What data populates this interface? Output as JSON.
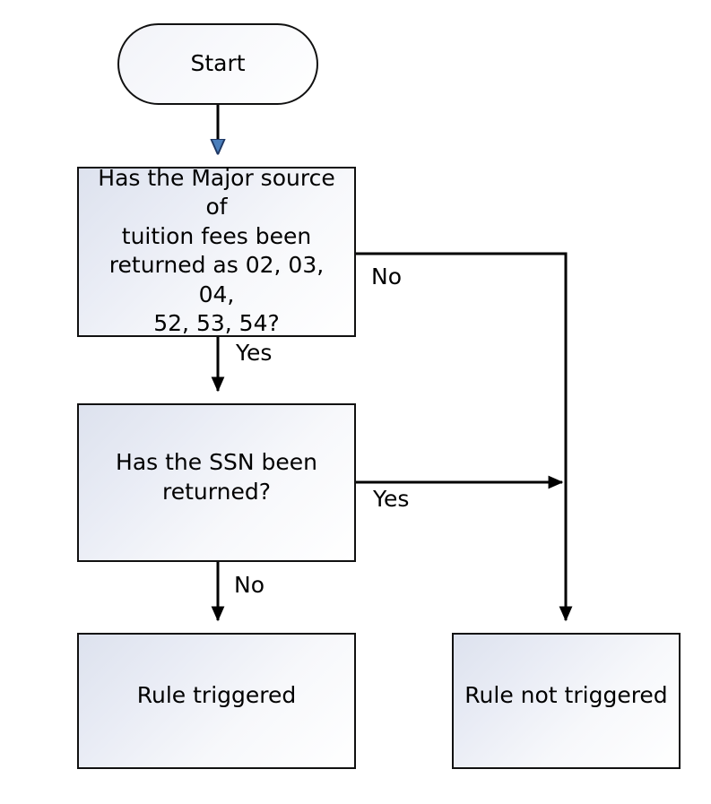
{
  "diagram": {
    "title": "Tuition fees / SSN rule decision flowchart",
    "colors": {
      "node_fill_start": "#dde2ee",
      "node_fill_end": "#ffffff",
      "node_border": "#111111",
      "connector": "#000000",
      "first_arrowhead": "#4a7ebb",
      "background": "#ffffff"
    },
    "nodes": [
      {
        "id": "start",
        "shape": "terminator",
        "label": "Start"
      },
      {
        "id": "decision-1",
        "shape": "process",
        "label": "Has the Major source of\ntuition fees been\nreturned as 02, 03, 04,\n52, 53, 54?"
      },
      {
        "id": "decision-2",
        "shape": "process",
        "label": "Has the SSN been\nreturned?"
      },
      {
        "id": "outcome-triggered",
        "shape": "process",
        "label": "Rule triggered"
      },
      {
        "id": "outcome-not-triggered",
        "shape": "process",
        "label": "Rule not triggered"
      }
    ],
    "edges": [
      {
        "id": "start-to-decision-1",
        "from": "start",
        "to": "decision-1",
        "label": ""
      },
      {
        "id": "decision-1-no",
        "from": "decision-1",
        "to": "outcome-not-triggered",
        "label": "No"
      },
      {
        "id": "decision-1-yes",
        "from": "decision-1",
        "to": "decision-2",
        "label": "Yes"
      },
      {
        "id": "decision-2-yes",
        "from": "decision-2",
        "to": "outcome-not-triggered",
        "label": "Yes"
      },
      {
        "id": "decision-2-no",
        "from": "decision-2",
        "to": "outcome-triggered",
        "label": "No"
      }
    ]
  }
}
